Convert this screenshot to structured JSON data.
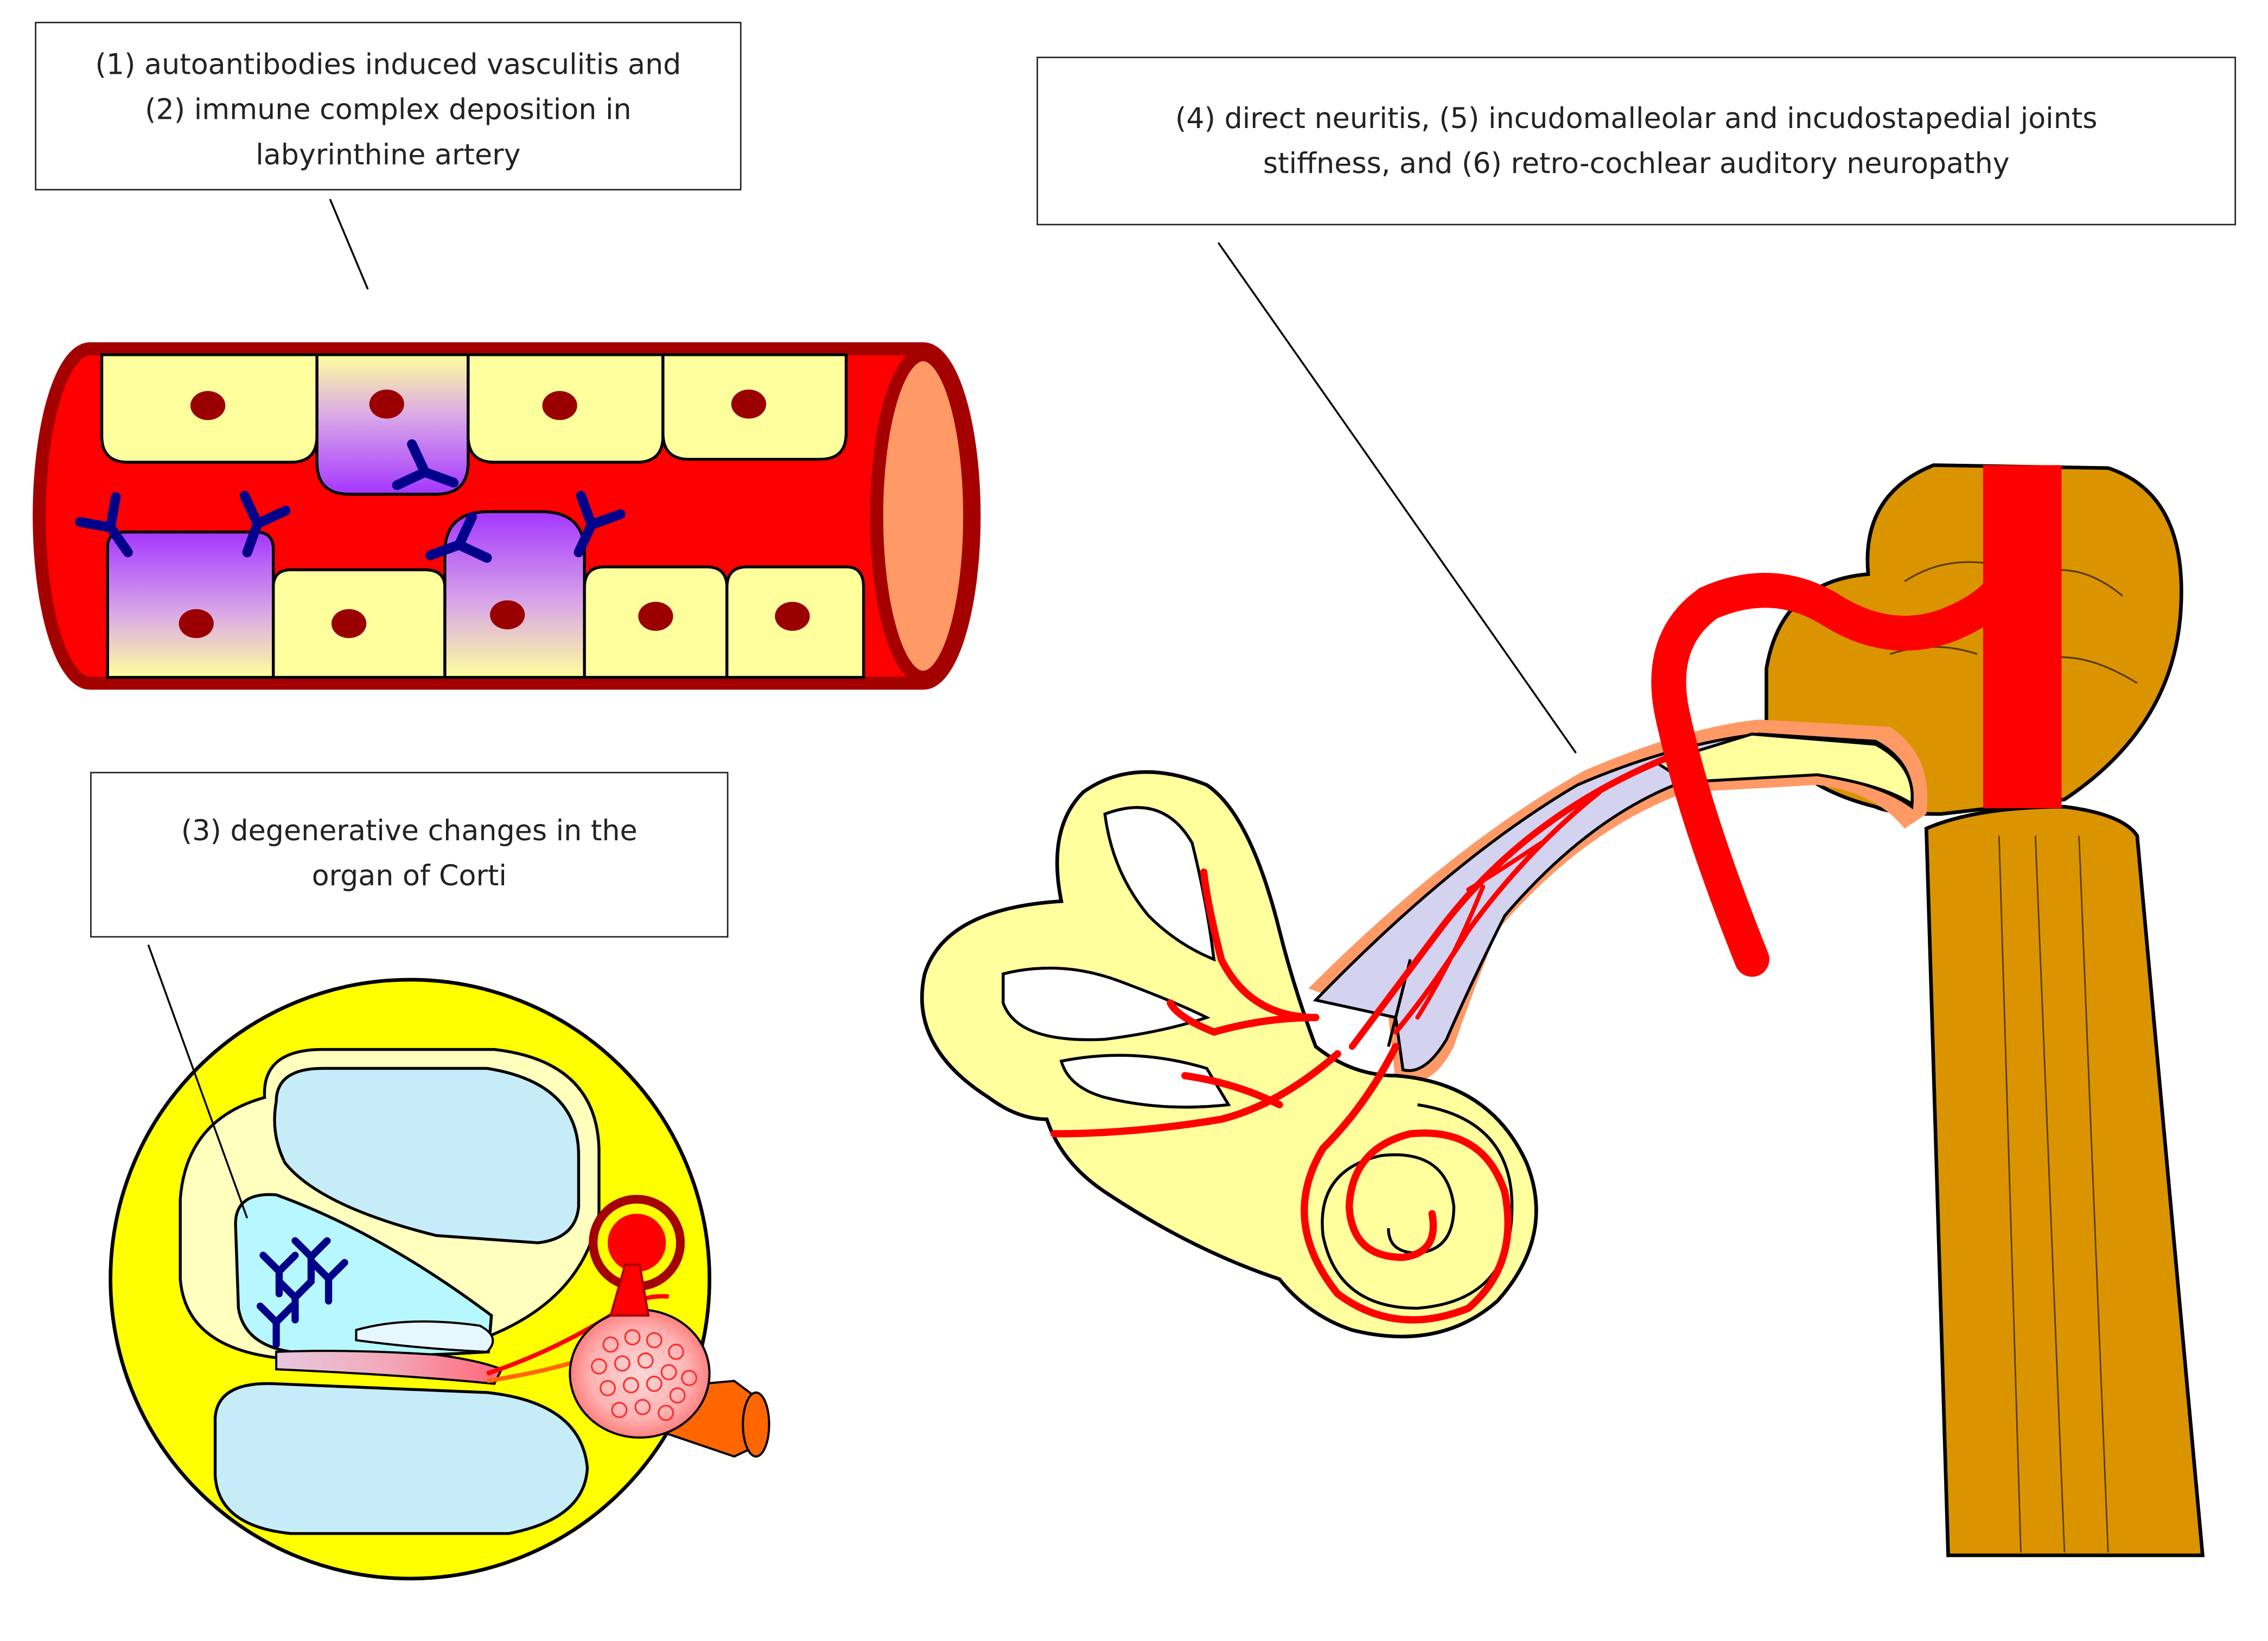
{
  "callouts": {
    "vasculitis": {
      "lines": [
        "(1) autoantibodies induced vasculitis and",
        "(2) immune complex deposition in",
        "labyrinthine artery"
      ]
    },
    "corti": {
      "lines": [
        "(3) degenerative changes in the",
        "organ of Corti"
      ]
    },
    "neuritis": {
      "lines": [
        "(4) direct neuritis, (5) incudomalleolar and incudostapedial joints",
        "stiffness, and (6) retro-cochlear auditory neuropathy"
      ]
    }
  },
  "colors": {
    "artery_red": "#ff0000",
    "vessel_wall": "#a50000",
    "cell_yellow": "#ffff9e",
    "nucleus": "#9b0000",
    "antibody": "#00008b",
    "inflamed_cell": "#9b30ff",
    "cochlea_yellow": "#ffff00",
    "endolymph_blue": "#c5ecf7",
    "brainstem": "#d99400",
    "nerve_lavender": "#d3d3f0",
    "nerve_sheath": "#ff9966"
  }
}
